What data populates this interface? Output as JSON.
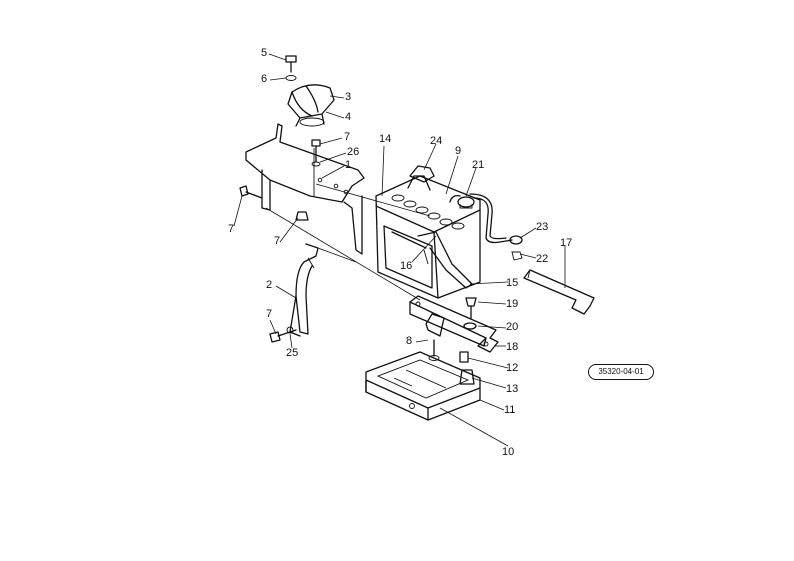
{
  "part_labels": {
    "p1": "1",
    "p2": "2",
    "p3": "3",
    "p4": "4",
    "p5": "5",
    "p6": "6",
    "p7a": "7",
    "p7b": "7",
    "p7c": "7",
    "p7d": "7",
    "p8": "8",
    "p9": "9",
    "p10": "10",
    "p11": "11",
    "p12": "12",
    "p13": "13",
    "p14": "14",
    "p15": "15",
    "p16": "16",
    "p17": "17",
    "p18": "18",
    "p19": "19",
    "p20": "20",
    "p21": "21",
    "p22": "22",
    "p23": "23",
    "p24": "24",
    "p25": "25",
    "p26": "26"
  },
  "reference_code": "35320-04-01"
}
